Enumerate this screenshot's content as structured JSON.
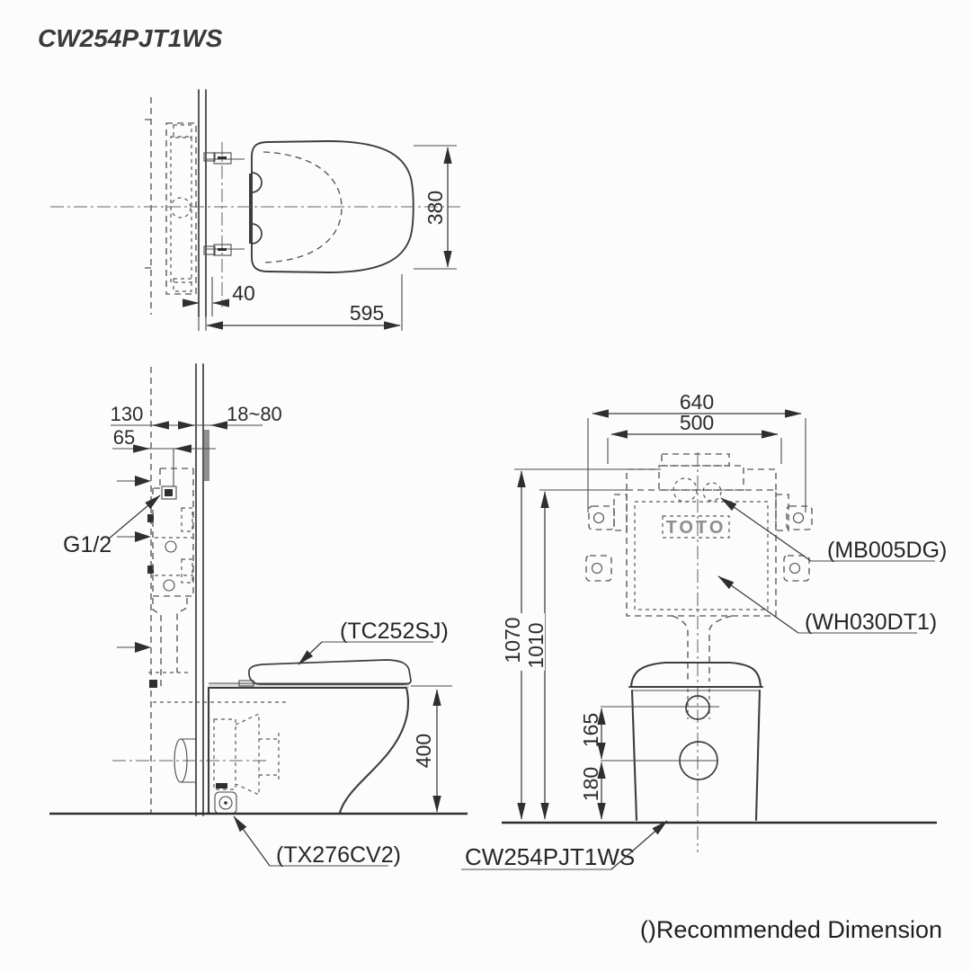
{
  "title": "CW254PJT1WS",
  "note": "()Recommended Dimension",
  "top_view": {
    "dim_depth": "380",
    "dim_offset": "40",
    "dim_length": "595"
  },
  "side_view": {
    "dim_frame": "130",
    "dim_inlet": "65",
    "dim_wall": "18~80",
    "supply_label": "G1/2",
    "seat_label": "(TC252SJ)",
    "dim_height": "400",
    "outlet_label": "(TX276CV2)"
  },
  "front_view": {
    "dim_width_outer": "640",
    "dim_width_inner": "500",
    "dim_height_outer": "1070",
    "dim_height_inner": "1010",
    "dim_supply": "165",
    "dim_drain": "180",
    "logo": "TOTO",
    "flush_plate_label": "(MB005DG)",
    "cistern_label": "(WH030DT1)",
    "bowl_label": "CW254PJT1WS"
  }
}
